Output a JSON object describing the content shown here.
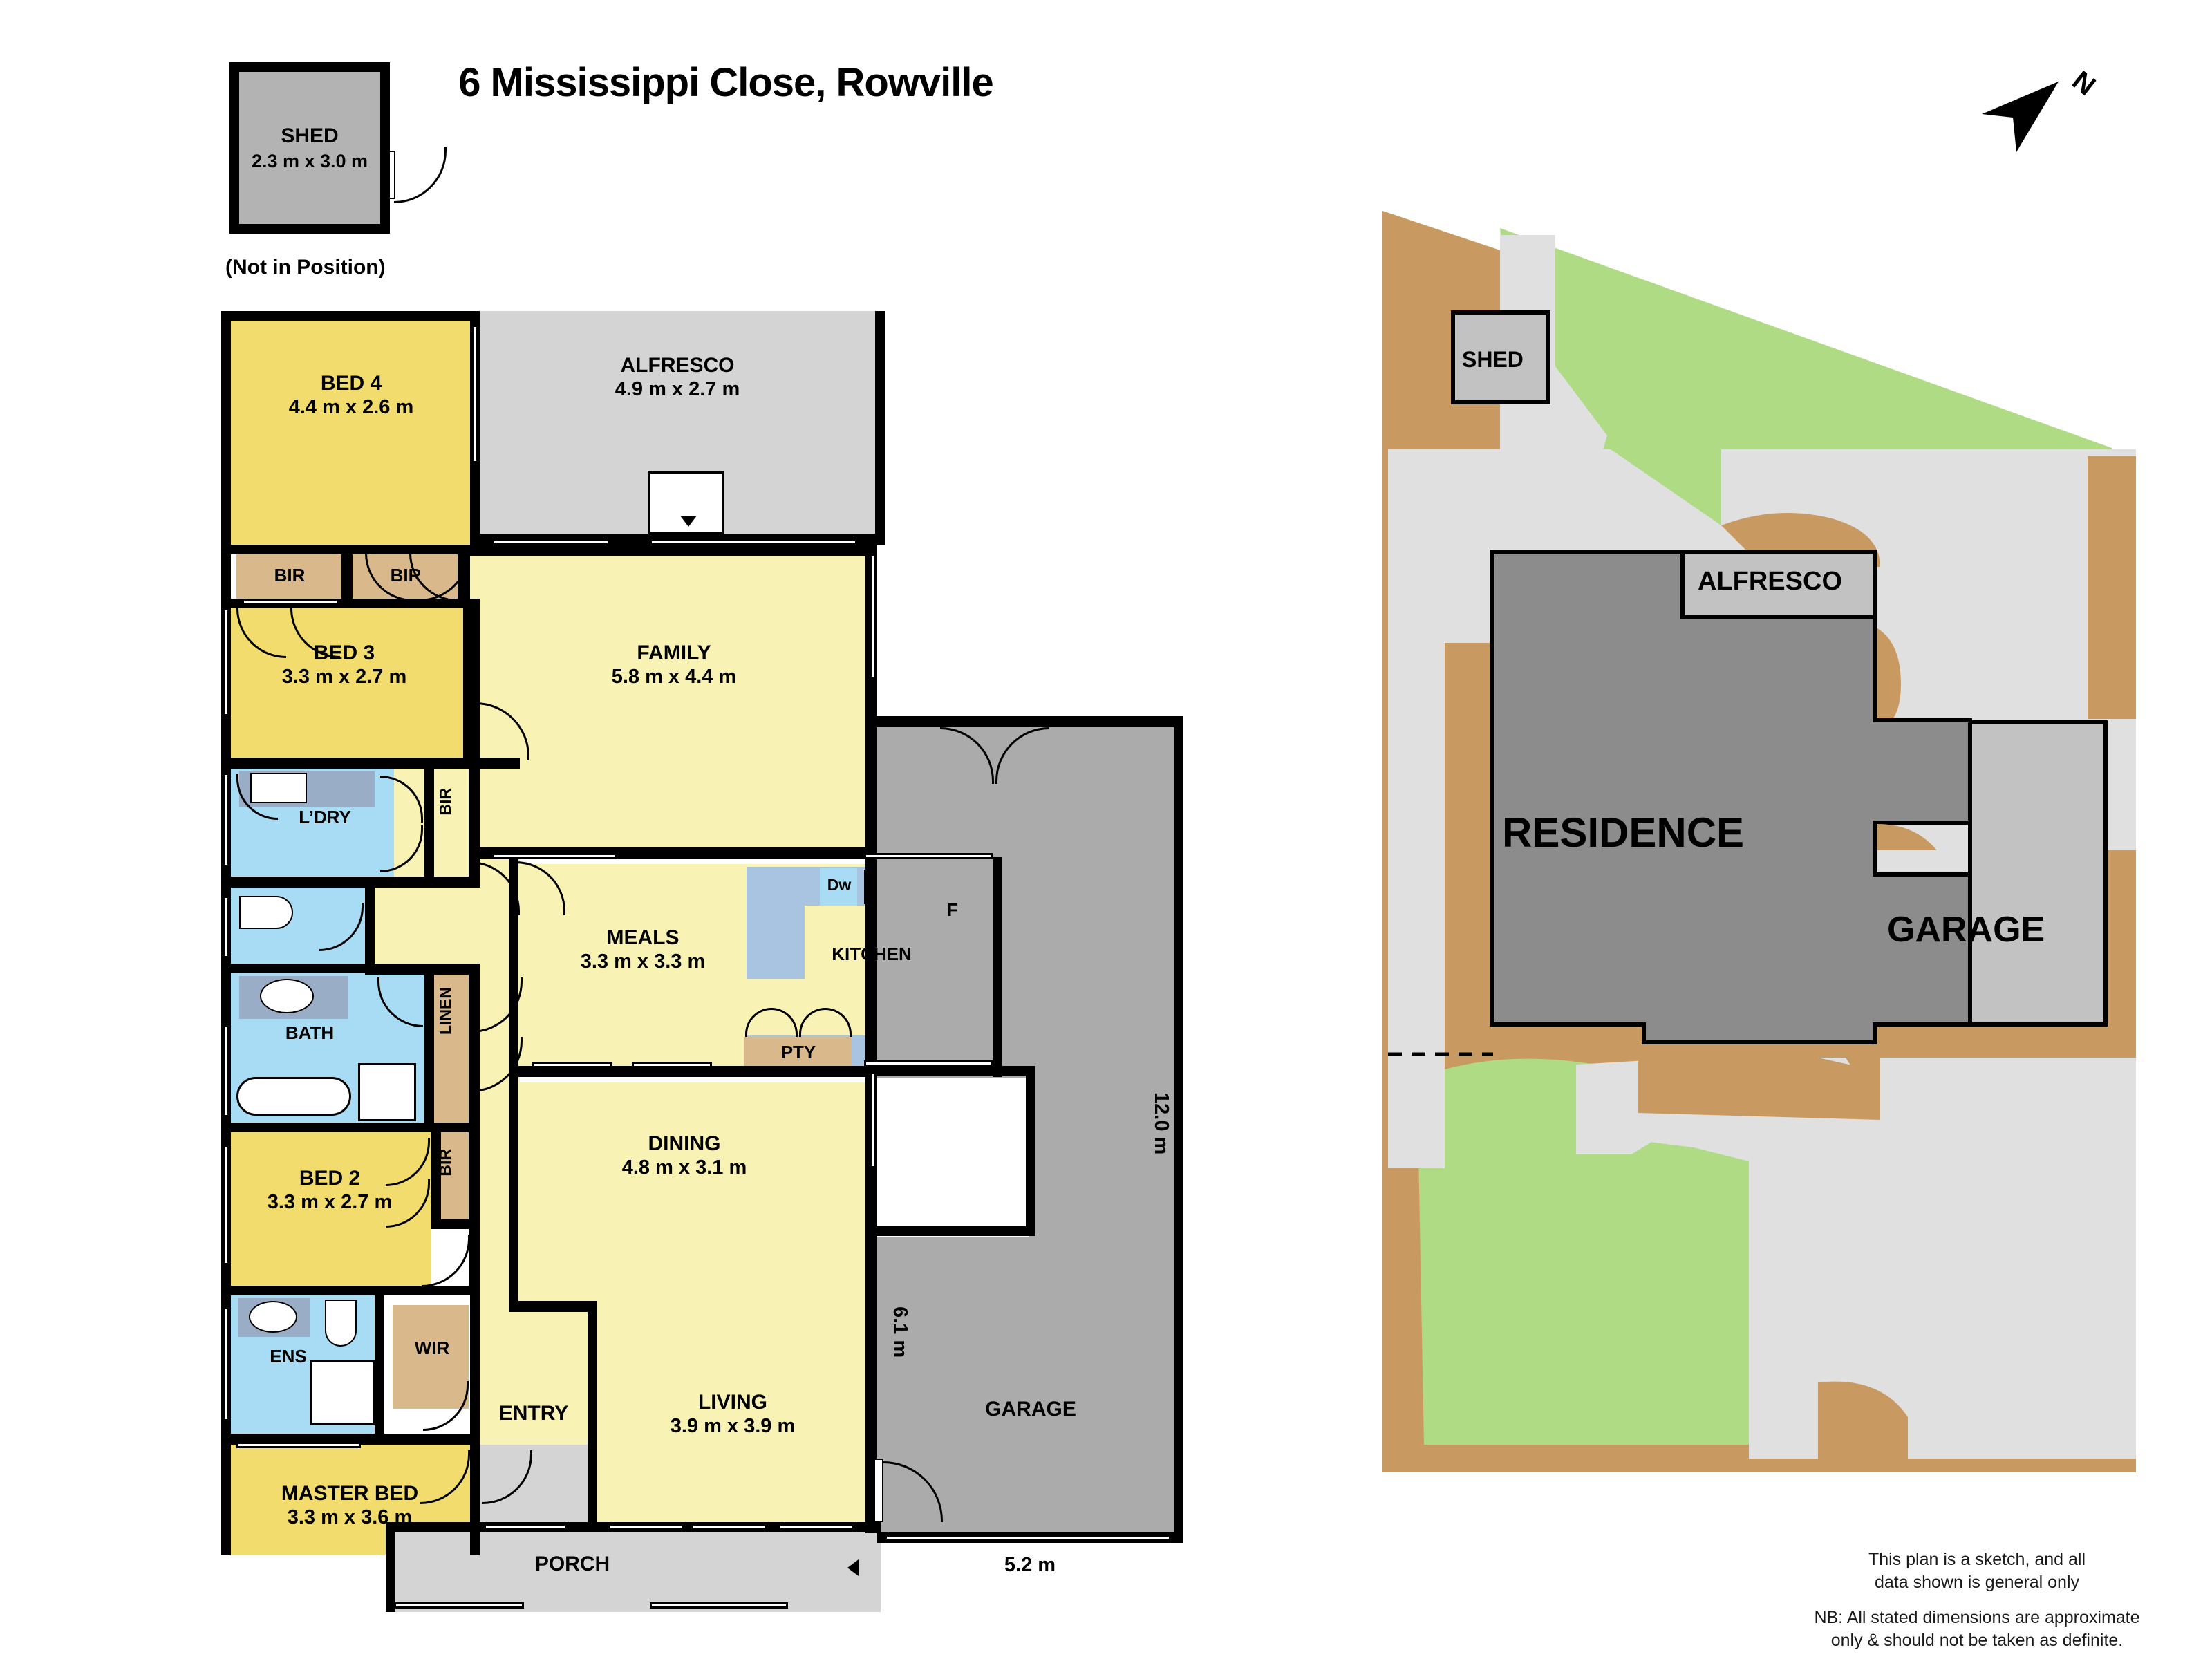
{
  "title": "6 Mississippi Close, Rowville",
  "detached_shed": {
    "name": "SHED",
    "dimensions": "2.3 m x 3.0 m",
    "note": "(Not in Position)"
  },
  "compass": {
    "label": "N"
  },
  "floor_plan": {
    "rooms": [
      {
        "key": "bed4",
        "name": "BED 4",
        "dimensions": "4.4 m x 2.6 m"
      },
      {
        "key": "alfresco",
        "name": "ALFRESCO",
        "dimensions": "4.9 m x 2.7 m"
      },
      {
        "key": "bed3",
        "name": "BED 3",
        "dimensions": "3.3 m x 2.7 m"
      },
      {
        "key": "family",
        "name": "FAMILY",
        "dimensions": "5.8 m x 4.4 m"
      },
      {
        "key": "meals",
        "name": "MEALS",
        "dimensions": "3.3 m x 3.3 m"
      },
      {
        "key": "kitchen",
        "name": "KITCHEN",
        "dimensions": ""
      },
      {
        "key": "dining",
        "name": "DINING",
        "dimensions": "4.8 m x 3.1 m"
      },
      {
        "key": "bed2",
        "name": "BED 2",
        "dimensions": "3.3 m x 2.7 m"
      },
      {
        "key": "living",
        "name": "LIVING",
        "dimensions": "3.9 m x 3.9 m"
      },
      {
        "key": "master",
        "name": "MASTER BED",
        "dimensions": "3.3 m x 3.6 m"
      },
      {
        "key": "garage",
        "name": "GARAGE",
        "dimensions": ""
      },
      {
        "key": "entry",
        "name": "ENTRY",
        "dimensions": ""
      },
      {
        "key": "porch",
        "name": "PORCH",
        "dimensions": ""
      },
      {
        "key": "bath",
        "name": "BATH",
        "dimensions": ""
      },
      {
        "key": "ldry",
        "name": "L’DRY",
        "dimensions": ""
      },
      {
        "key": "ens",
        "name": "ENS",
        "dimensions": ""
      }
    ],
    "storage": {
      "bir1": "BIR",
      "bir2": "BIR",
      "bir3": "BIR",
      "bir4": "BIR",
      "linen": "LINEN",
      "wir": "WIR",
      "pty": "PTY"
    },
    "appliances": {
      "dishwasher": "Dw",
      "fridge": "F"
    },
    "dimension_callouts": {
      "garage_depth": "12.0 m",
      "garage_side": "6.1 m",
      "garage_width": "5.2 m"
    }
  },
  "site_plan": {
    "shed": "SHED",
    "alfresco": "ALFRESCO",
    "residence": "RESIDENCE",
    "garage": "GARAGE"
  },
  "disclaimer": {
    "line1": "This plan is a sketch, and all",
    "line2": "data shown is general only",
    "line3": "NB: All stated dimensions are approximate",
    "line4": "only & should not be taken as definite."
  },
  "colors": {
    "bedroom_fill": "#f2dc6e",
    "living_fill": "#f8f2b4",
    "wet_area_fill": "#a8dcf4",
    "robe_fill": "#d9b98c",
    "grey_fill": "#d4d4d4",
    "garage_fill": "#ababab",
    "bench_fill": "#a8c4e0",
    "lawn_green": "#aedb84",
    "garden_brown": "#c89a62",
    "site_paving": "#e0e0e0",
    "residence_grey": "#8c8c8c",
    "site_garage_grey": "#c2c2c2",
    "wall_black": "#000000"
  }
}
